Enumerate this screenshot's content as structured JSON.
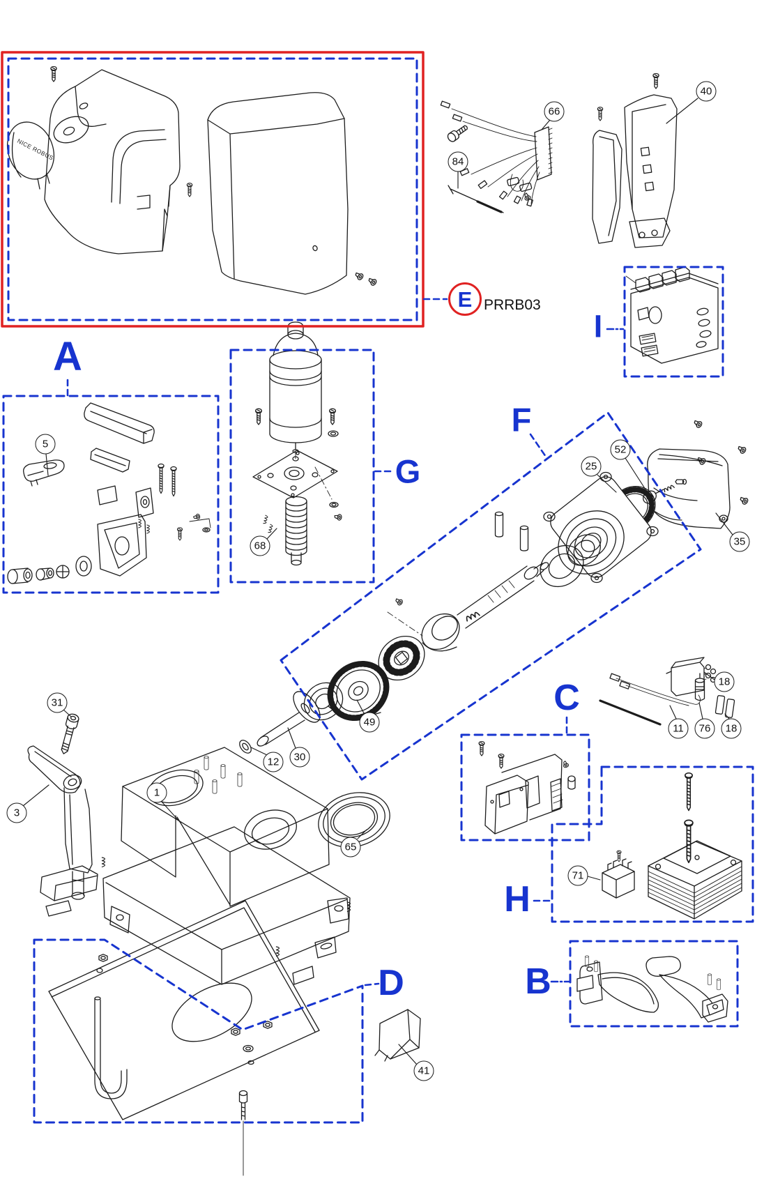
{
  "diagram": {
    "product_code": "PRRB03",
    "brand_label": "NICE ROBUS"
  },
  "colors": {
    "section_blue": "#1734cf",
    "highlight_red": "#e02222",
    "line_art": "#1c1c1c",
    "background": "#ffffff"
  },
  "sections": {
    "A": {
      "label": "A"
    },
    "B": {
      "label": "B"
    },
    "C": {
      "label": "C"
    },
    "D": {
      "label": "D"
    },
    "E": {
      "label": "E"
    },
    "F": {
      "label": "F"
    },
    "G": {
      "label": "G"
    },
    "H": {
      "label": "H"
    },
    "I": {
      "label": "I"
    }
  },
  "callouts": [
    {
      "number": "84"
    },
    {
      "number": "66"
    },
    {
      "number": "40"
    },
    {
      "number": "5"
    },
    {
      "number": "68"
    },
    {
      "number": "25"
    },
    {
      "number": "52"
    },
    {
      "number": "35"
    },
    {
      "number": "18"
    },
    {
      "number": "11"
    },
    {
      "number": "76"
    },
    {
      "number": "18"
    },
    {
      "number": "31"
    },
    {
      "number": "3"
    },
    {
      "number": "12"
    },
    {
      "number": "30"
    },
    {
      "number": "49"
    },
    {
      "number": "1"
    },
    {
      "number": "65"
    },
    {
      "number": "71"
    },
    {
      "number": "41"
    }
  ]
}
